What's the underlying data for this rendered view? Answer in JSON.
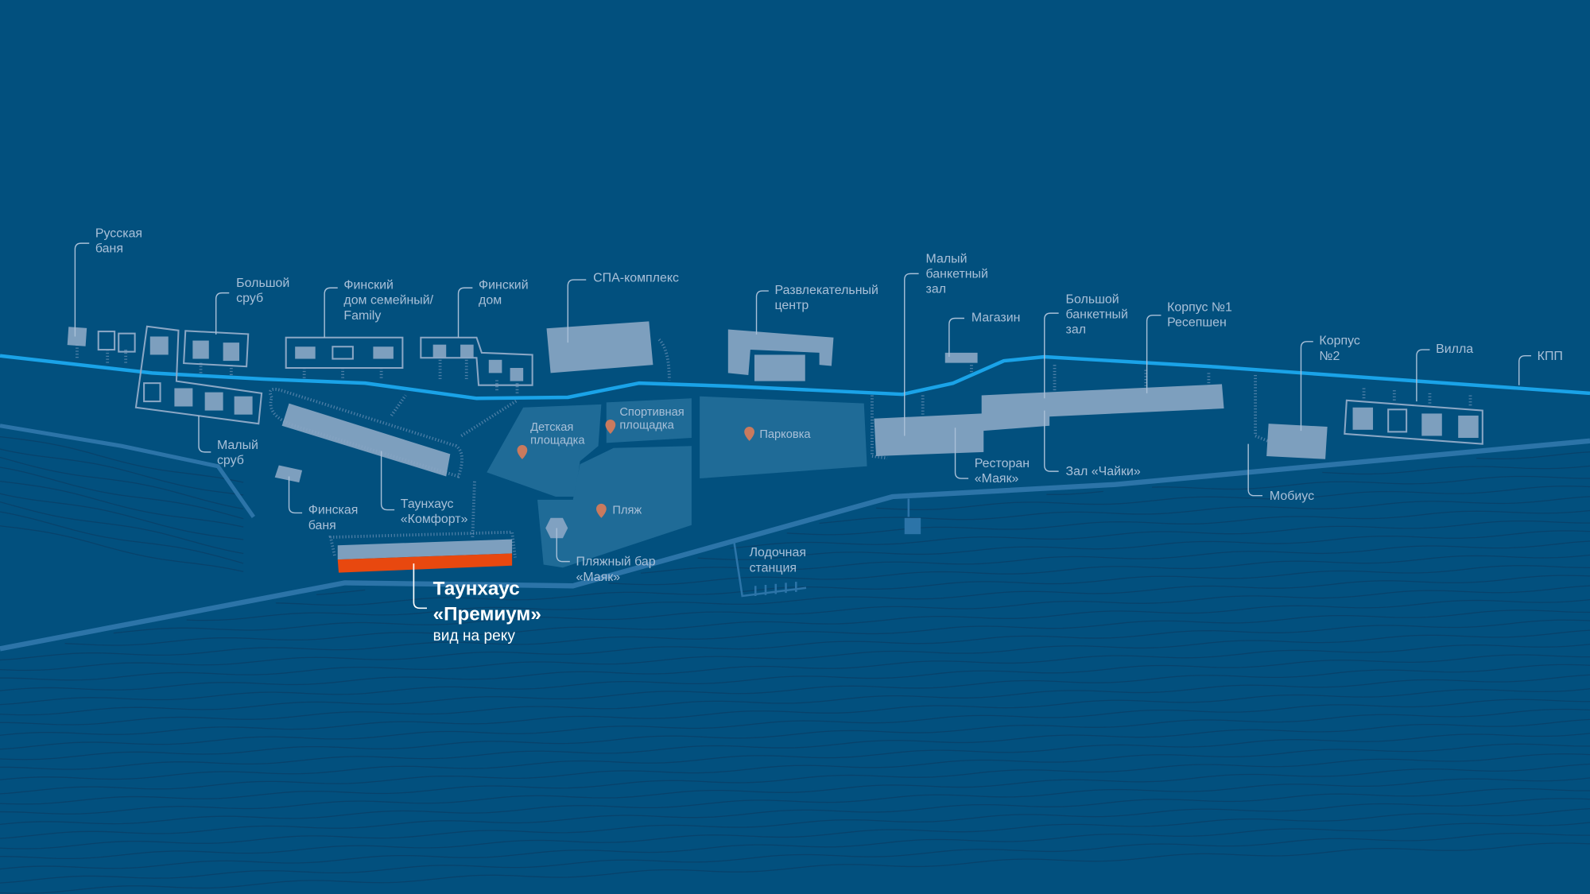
{
  "colors": {
    "background": "#02507e",
    "road": "#1aa3e8",
    "shore": "#2c74a8",
    "building": "#8ba7c5",
    "zone": "#1f6b97",
    "highlight": "#e8480f",
    "pin": "#c97a5e"
  },
  "labels": [
    {
      "id": "russkaya-banya",
      "lines": [
        "Русская",
        "баня"
      ]
    },
    {
      "id": "bolshoy-srub",
      "lines": [
        "Большой",
        "сруб"
      ]
    },
    {
      "id": "finsky-dom-family",
      "lines": [
        "Финский",
        "дом семейный/",
        "Family"
      ]
    },
    {
      "id": "finsky-dom",
      "lines": [
        "Финский",
        "дом"
      ]
    },
    {
      "id": "spa",
      "lines": [
        "СПА-комплекс"
      ]
    },
    {
      "id": "razvlekatelny-centr",
      "lines": [
        "Развлекательный",
        "центр"
      ]
    },
    {
      "id": "maly-banketny-zal",
      "lines": [
        "Малый",
        "банкетный",
        "зал"
      ]
    },
    {
      "id": "magazin",
      "lines": [
        "Магазин"
      ]
    },
    {
      "id": "bolshoy-banketny-zal",
      "lines": [
        "Большой",
        "банкетный",
        "зал"
      ]
    },
    {
      "id": "korpus-1",
      "lines": [
        "Корпус №1",
        "Ресепшен"
      ]
    },
    {
      "id": "korpus-2",
      "lines": [
        "Корпус",
        "№2"
      ]
    },
    {
      "id": "villa",
      "lines": [
        "Вилла"
      ]
    },
    {
      "id": "kpp",
      "lines": [
        "КПП"
      ]
    },
    {
      "id": "maly-srub",
      "lines": [
        "Малый",
        "сруб"
      ]
    },
    {
      "id": "finskaya-banya",
      "lines": [
        "Финская",
        "баня"
      ]
    },
    {
      "id": "taunhaus-komfort",
      "lines": [
        "Таунхаус",
        "«Комфорт»"
      ]
    },
    {
      "id": "restoran-mayak",
      "lines": [
        "Ресторан",
        "«Маяк»"
      ]
    },
    {
      "id": "zal-chayki",
      "lines": [
        "Зал «Чайки»"
      ]
    },
    {
      "id": "mobius",
      "lines": [
        "Мобиус"
      ]
    },
    {
      "id": "lodochnaya-stanciya",
      "lines": [
        "Лодочная",
        "станция"
      ]
    },
    {
      "id": "plyazhny-bar",
      "lines": [
        "Пляжный бар",
        "«Маяк»"
      ]
    }
  ],
  "zones": [
    {
      "id": "detskaya",
      "lines": [
        "Детская",
        "площадка"
      ]
    },
    {
      "id": "sportivnaya",
      "lines": [
        "Спортивная",
        "площадка"
      ]
    },
    {
      "id": "parkovka",
      "lines": [
        "Парковка"
      ]
    },
    {
      "id": "plyazh",
      "lines": [
        "Пляж"
      ]
    }
  ],
  "highlight": {
    "title_line1": "Таунхаус",
    "title_line2": "«Премиум»",
    "subtitle": "вид на реку"
  }
}
